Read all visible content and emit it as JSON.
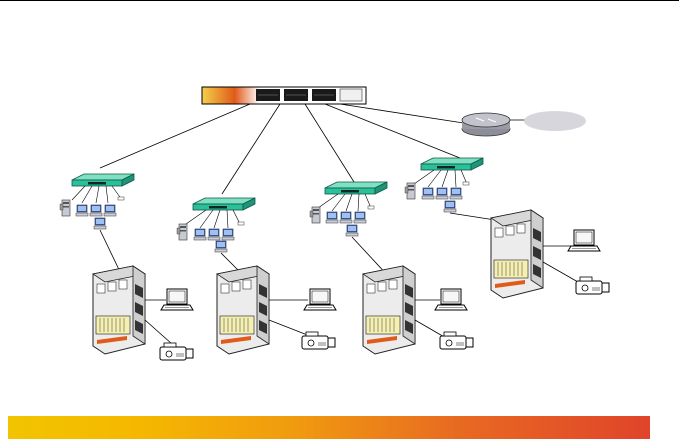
{
  "diagram": {
    "core_switch": "core-switch",
    "router": "router",
    "cloud": "wan-cloud",
    "branches": [
      {
        "name": "branch-1"
      },
      {
        "name": "branch-2"
      },
      {
        "name": "branch-3"
      },
      {
        "name": "branch-4"
      }
    ]
  },
  "colors": {
    "switch_green": "#2bbf9a",
    "router_gray": "#b9b9c2",
    "cloud_gray": "#d6d6dc",
    "accent_orange": "#e05a1a",
    "footer_yellow": "#f2c400",
    "footer_red": "#e0442a"
  },
  "icons": [
    "core-switch-icon",
    "router-icon",
    "cloud-icon",
    "switch-icon",
    "computer-icon",
    "server-tower-icon",
    "nvr-device-icon",
    "laptop-icon",
    "camera-icon"
  ]
}
